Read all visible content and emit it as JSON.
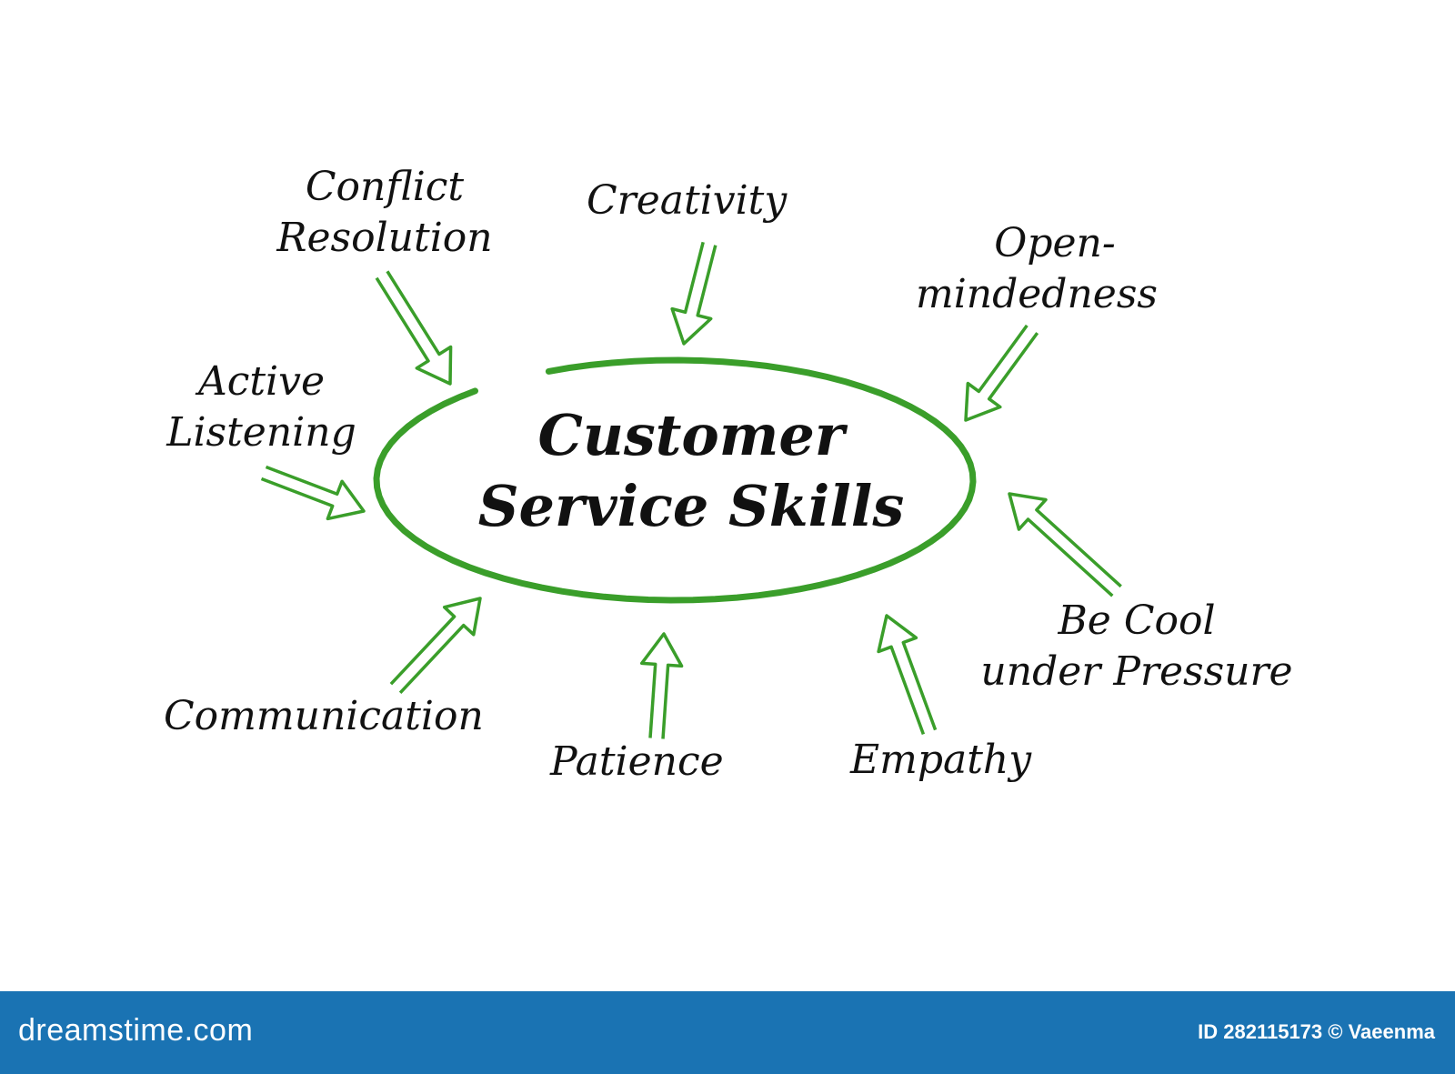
{
  "diagram": {
    "center": {
      "line1": "Customer",
      "line2": "Service Skills"
    },
    "skills": [
      {
        "line1": "Conflict",
        "line2": "Resolution"
      },
      {
        "line1": "Creativity"
      },
      {
        "line1": "Open-",
        "line2": "mindedness"
      },
      {
        "line1": "Active",
        "line2": "Listening"
      },
      {
        "line1": "Be Cool",
        "line2": "under Pressure"
      },
      {
        "line1": "Communication"
      },
      {
        "line1": "Patience"
      },
      {
        "line1": "Empathy"
      }
    ],
    "colors": {
      "accent": "#3a9e2a",
      "text": "#111111",
      "footer": "#1a73b3"
    }
  },
  "footer": {
    "brand": "dreamstime.com",
    "credit": "ID 282115173 © Vaeenma"
  }
}
